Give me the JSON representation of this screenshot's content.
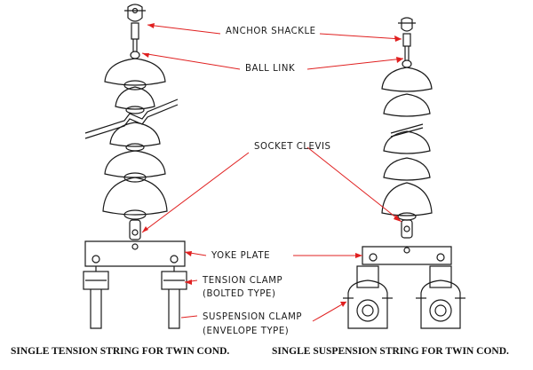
{
  "labels": {
    "anchor_shackle": "ANCHOR SHACKLE",
    "ball_link": "BALL LINK",
    "socket_clevis": "SOCKET CLEVIS",
    "yoke_plate": "YOKE PLATE",
    "tension_clamp_1": "TENSION CLAMP",
    "tension_clamp_2": "(BOLTED TYPE)",
    "suspension_clamp_1": "SUSPENSION CLAMP",
    "suspension_clamp_2": "(ENVELOPE TYPE)"
  },
  "captions": {
    "left": "SINGLE TENSION STRING FOR TWIN COND.",
    "right": "SINGLE SUSPENSION STRING FOR TWIN COND."
  },
  "colors": {
    "line": "#1a1a1a",
    "leader": "#e02020",
    "background": "#ffffff"
  }
}
